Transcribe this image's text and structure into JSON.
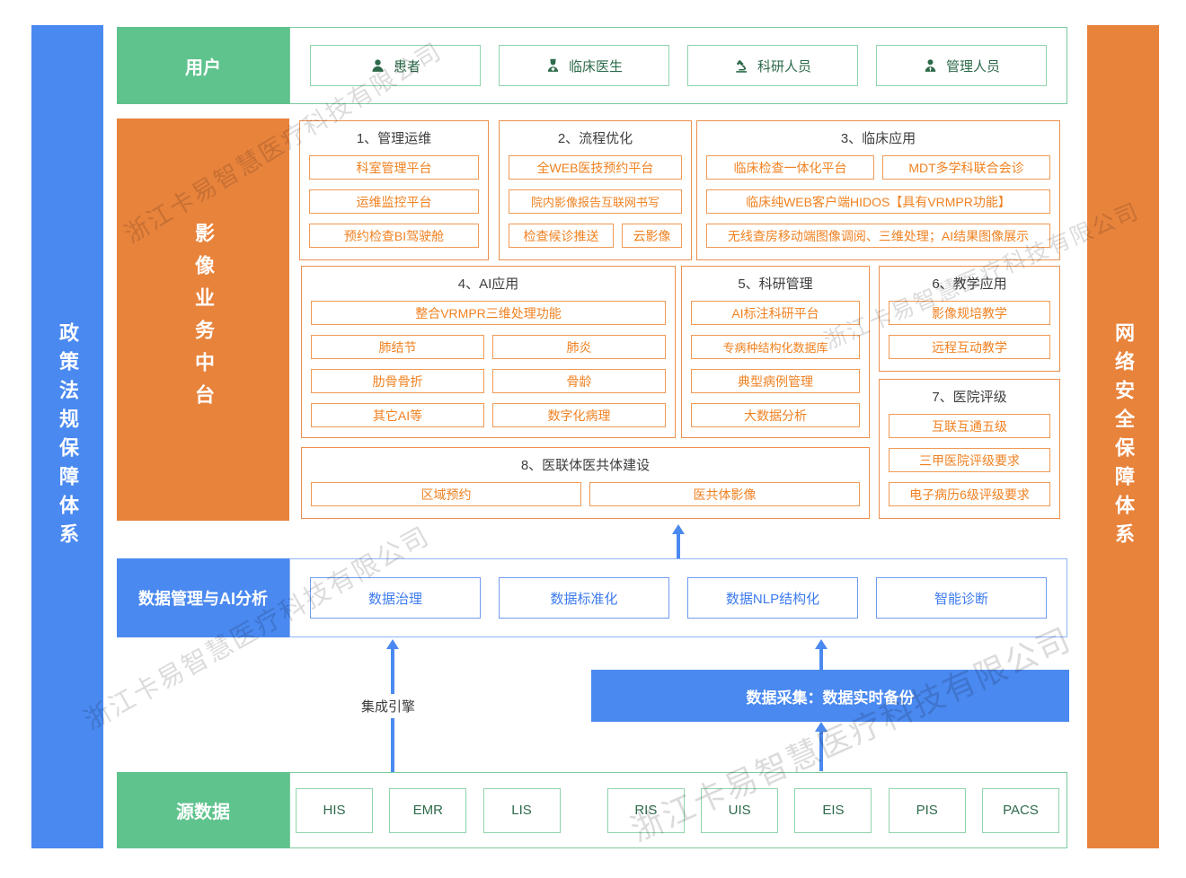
{
  "watermark": {
    "text": "浙江卡易智慧医疗科技有限公司"
  },
  "side_bars": {
    "left": {
      "label": "政策法规保障体系"
    },
    "right": {
      "label": "网络安全保障体系"
    }
  },
  "users_row": {
    "label": "用户",
    "items": [
      {
        "label": "患者",
        "icon": "patient-icon"
      },
      {
        "label": "临床医生",
        "icon": "doctor-icon"
      },
      {
        "label": "科研人员",
        "icon": "microscope-icon"
      },
      {
        "label": "管理人员",
        "icon": "admin-icon"
      }
    ]
  },
  "platform": {
    "label": "影像业务中台",
    "sections": [
      {
        "title": "1、管理运维",
        "items": [
          "科室管理平台",
          "运维监控平台",
          "预约检查BI驾驶舱"
        ]
      },
      {
        "title": "2、流程优化",
        "items": [
          "全WEB医技预约平台",
          "院内影像报告互联网书写",
          "检查候诊推送",
          "云影像"
        ]
      },
      {
        "title": "3、临床应用",
        "items": [
          "临床检查一体化平台",
          "MDT多学科联合会诊",
          "临床纯WEB客户端HIDOS【具有VRMPR功能】",
          "无线查房移动端图像调阅、三维处理；AI结果图像展示"
        ]
      },
      {
        "title": "4、AI应用",
        "items": [
          "整合VRMPR三维处理功能",
          "肺结节",
          "肺炎",
          "肋骨骨折",
          "骨龄",
          "其它AI等",
          "数字化病理"
        ]
      },
      {
        "title": "5、科研管理",
        "items": [
          "AI标注科研平台",
          "专病种结构化数据库",
          "典型病例管理",
          "大数据分析"
        ]
      },
      {
        "title": "6、教学应用",
        "items": [
          "影像规培教学",
          "远程互动教学"
        ]
      },
      {
        "title": "7、医院评级",
        "items": [
          "互联互通五级",
          "三甲医院评级要求",
          "电子病历6级评级要求"
        ]
      },
      {
        "title": "8、医联体医共体建设",
        "items": [
          "区域预约",
          "医共体影像"
        ]
      }
    ]
  },
  "data_mgmt_row": {
    "label": "数据管理与AI分析",
    "items": [
      "数据治理",
      "数据标准化",
      "数据NLP结构化",
      "智能诊断"
    ]
  },
  "middle": {
    "integration_engine_label": "集成引擎",
    "data_collection_label": "数据采集：数据实时备份"
  },
  "source_row": {
    "label": "源数据",
    "items": [
      "HIS",
      "EMR",
      "LIS",
      "RIS",
      "UIS",
      "EIS",
      "PIS",
      "PACS"
    ]
  },
  "colors": {
    "green": "#5fc38d",
    "orange": "#e8833c",
    "blue": "#4a89f0",
    "orange_text": "#f08222",
    "green_text": "#2d6a4a",
    "blue_text": "#3d7bee"
  }
}
